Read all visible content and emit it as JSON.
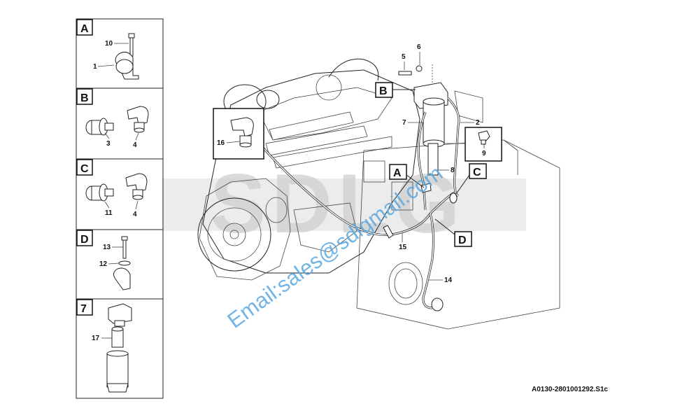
{
  "diagram": {
    "reference_code": "A0130-2801001292.S1c",
    "watermark_email": "Email:sales@sdlgmail.com",
    "watermark_logo": "SDLG",
    "detail_panels": [
      {
        "letter": "A",
        "callouts": [
          "10",
          "1"
        ]
      },
      {
        "letter": "B",
        "callouts": [
          "3",
          "4"
        ]
      },
      {
        "letter": "C",
        "callouts": [
          "11",
          "4"
        ]
      },
      {
        "letter": "D",
        "callouts": [
          "13",
          "12"
        ]
      },
      {
        "letter": "7",
        "callouts": [
          "17"
        ]
      }
    ],
    "main_callouts": [
      "5",
      "6",
      "7",
      "2",
      "16",
      "9",
      "8",
      "15",
      "14"
    ],
    "main_markers": [
      "B",
      "A",
      "C",
      "D"
    ]
  }
}
